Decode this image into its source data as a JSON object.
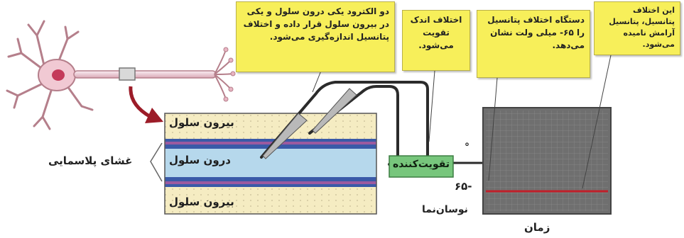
{
  "callouts": {
    "electrode": "دو الکترود یکی درون سلول و یکی در بیرون سلول قرار داده و اختلاف پتانسیل اندازه‌گیری می‌شود.",
    "amplify": "اختلاف اندک تقویت می‌شود.",
    "display": "دستگاه اختلاف پتانسیل را ۶۵- میلی ولت نشان می‌دهد.",
    "rest": "این اختلاف پتانسیل، پتانسیل آرامش نامیده می‌شود."
  },
  "cell": {
    "outside_top": "بیرون سلول",
    "inside": "درون سلول",
    "outside_bottom": "بیرون سلول"
  },
  "membrane_label": "غشای پلاسمایی",
  "amplifier_label": "تقویت‌کننده",
  "scope": {
    "zero_label": "°",
    "minus_label": "۶۵-",
    "device_label": "نوسان‌نما",
    "time_label": "زمان",
    "reading_mv": -65
  },
  "colors": {
    "callout": "#f7ef5a",
    "amplifier": "#77c67c",
    "membrane": "#3a5aa8",
    "cytoplasm": "#b6d8ec",
    "extracellular": "#f5ecc2",
    "screen": "#6f6f6f",
    "trace": "#c0202a",
    "wire": "#2b2b2b"
  }
}
